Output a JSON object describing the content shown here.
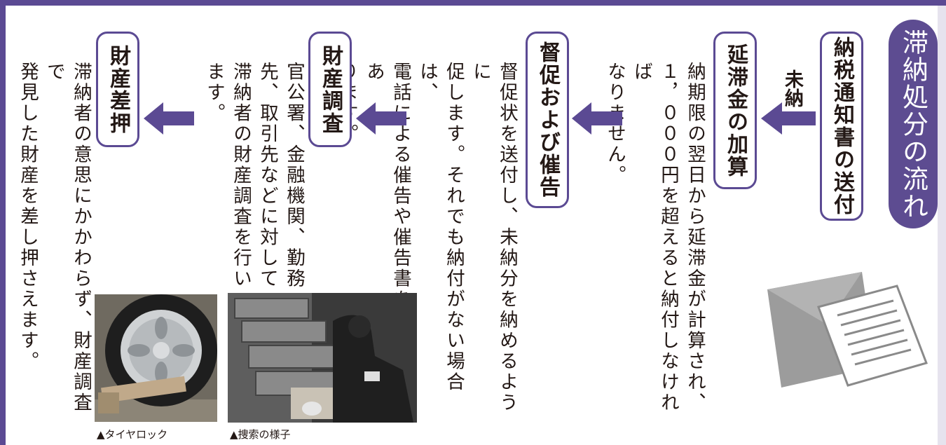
{
  "title": "滞納処分の流れ",
  "steps": [
    {
      "label": "納税通知書の送付"
    },
    {
      "label": "延滞金の加算"
    },
    {
      "label": "督促および催告"
    },
    {
      "label": "財産調査"
    },
    {
      "label": "財産差押"
    }
  ],
  "arrow_label": "未納",
  "texts": {
    "surcharge": [
      "納期限の翌日から延滞金が計算され、",
      "１，０００円を超えると納付しなければ",
      "なりません。"
    ],
    "reminder": [
      "督促状を送付し、未納分を納めるように",
      "促します。それでも納付がない場合は、",
      "電話による催告や催告書を送る場合があ",
      "ります。"
    ],
    "investigation": [
      "官公署、金融機関、勤務",
      "先、取引先などに対して",
      "滞納者の財産調査を行い",
      "ます。"
    ],
    "seizure": [
      "滞納者の意思にかかわらず、財産調査で",
      "発見した財産を差し押さえます。"
    ]
  },
  "captions": {
    "search": "▲捜索の様子",
    "tire": "▲タイヤロック"
  },
  "colors": {
    "accent": "#5b4a93",
    "text": "#231815"
  },
  "icons": [
    "envelope-document-icon",
    "left-arrow-icon"
  ]
}
